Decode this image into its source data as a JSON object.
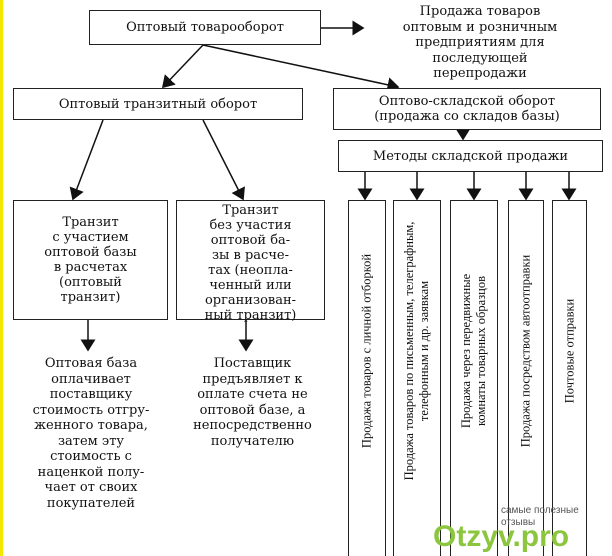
{
  "top": {
    "title": "Оптовый товарооборот",
    "note": "Продажа товаров\nоптовым и розничным\nпредприятиям для\nпоследующей\nперепродажи"
  },
  "transit": {
    "title": "Оптовый транзитный оборот",
    "left_box": "Транзит\nс участием\nоптовой базы\nв расчетах\n(оптовый\nтранзит)",
    "right_box": "Транзит\nбез участия\nоптовой ба-\nзы в расче-\nтах (неопла-\nченный или\nорганизован-\nный транзит)",
    "left_note": "Оптовая база\nоплачивает\nпоставщику\nстоимость отгру-\nженного товара,\nзатем эту\nстоимость с\nнаценкой полу-\nчает от своих\nпокупателей",
    "right_note": "Поставщик\nпредъявляет к\nоплате счета не\nоптовой базе, а\nнепосредственно\nполучателю"
  },
  "warehouse": {
    "title": "Оптово-складской оборот\n(продажа со складов базы)",
    "methods_title": "Методы складской продажи",
    "methods": [
      "Продажа товаров с личной отборкой",
      "Продажа товаров по письменным, телеграфным,\nтелефонным и др. заявкам",
      "Продажа через передвижные\nкомнаты товарных образцов",
      "Продажа посредством автоотправки",
      "Почтовые отправки"
    ]
  },
  "watermark": {
    "tagline": "самые полезные отзывы",
    "logo": "Otzyv.pro"
  }
}
